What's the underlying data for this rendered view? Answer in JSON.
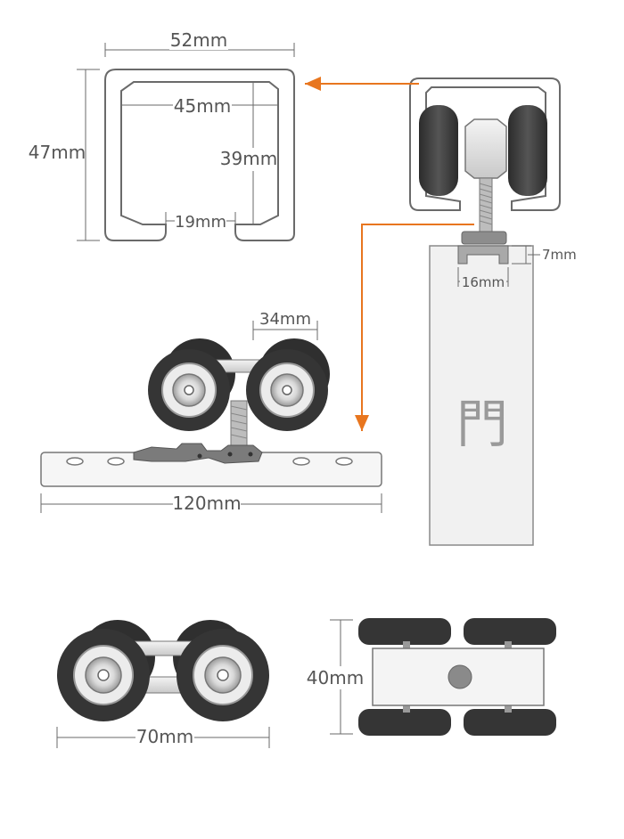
{
  "labels": {
    "track_outer_width": "52mm",
    "track_inner_width": "45mm",
    "track_height": "47mm",
    "track_inner_height": "39mm",
    "track_slot_width": "19mm",
    "roller_spacing": "34mm",
    "plate_length": "120mm",
    "bracket_width": "16mm",
    "bracket_height": "7mm",
    "carriage_length": "70mm",
    "carriage_width": "40mm",
    "door_glyph": "門"
  },
  "colors": {
    "line": "#6a6a6a",
    "arrow": "#e8761f",
    "wheel": "#3a3a3a",
    "metal": "#d7d7d7"
  }
}
